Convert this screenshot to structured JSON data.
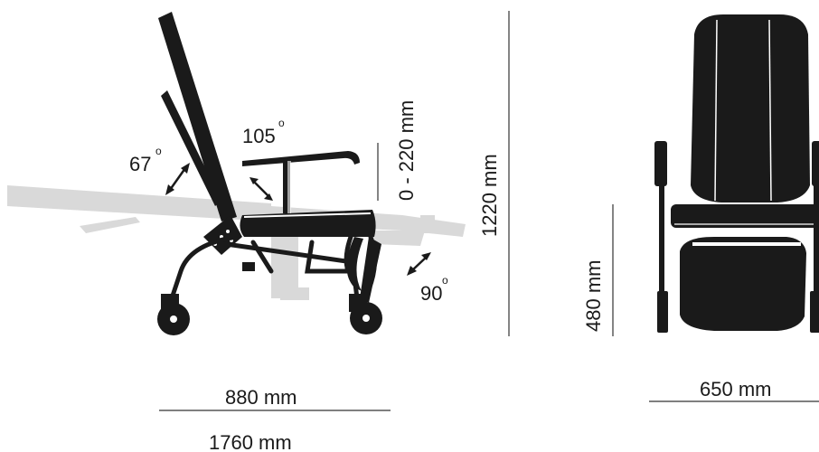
{
  "side_view": {
    "angles": {
      "backrest": "67",
      "armrest": "105",
      "legrest": "90",
      "degree_symbol": "o"
    },
    "dimensions": {
      "height_adjust": "0 - 220 mm",
      "total_height": "1220 mm",
      "depth": "880 mm",
      "reclined_length": "1760 mm"
    }
  },
  "front_view": {
    "dimensions": {
      "seat_height": "480 mm",
      "width": "650 mm"
    }
  },
  "colors": {
    "chair": "#1a1a1a",
    "reclined_ghost": "#d9d9d9",
    "dimension_line": "#333333"
  }
}
